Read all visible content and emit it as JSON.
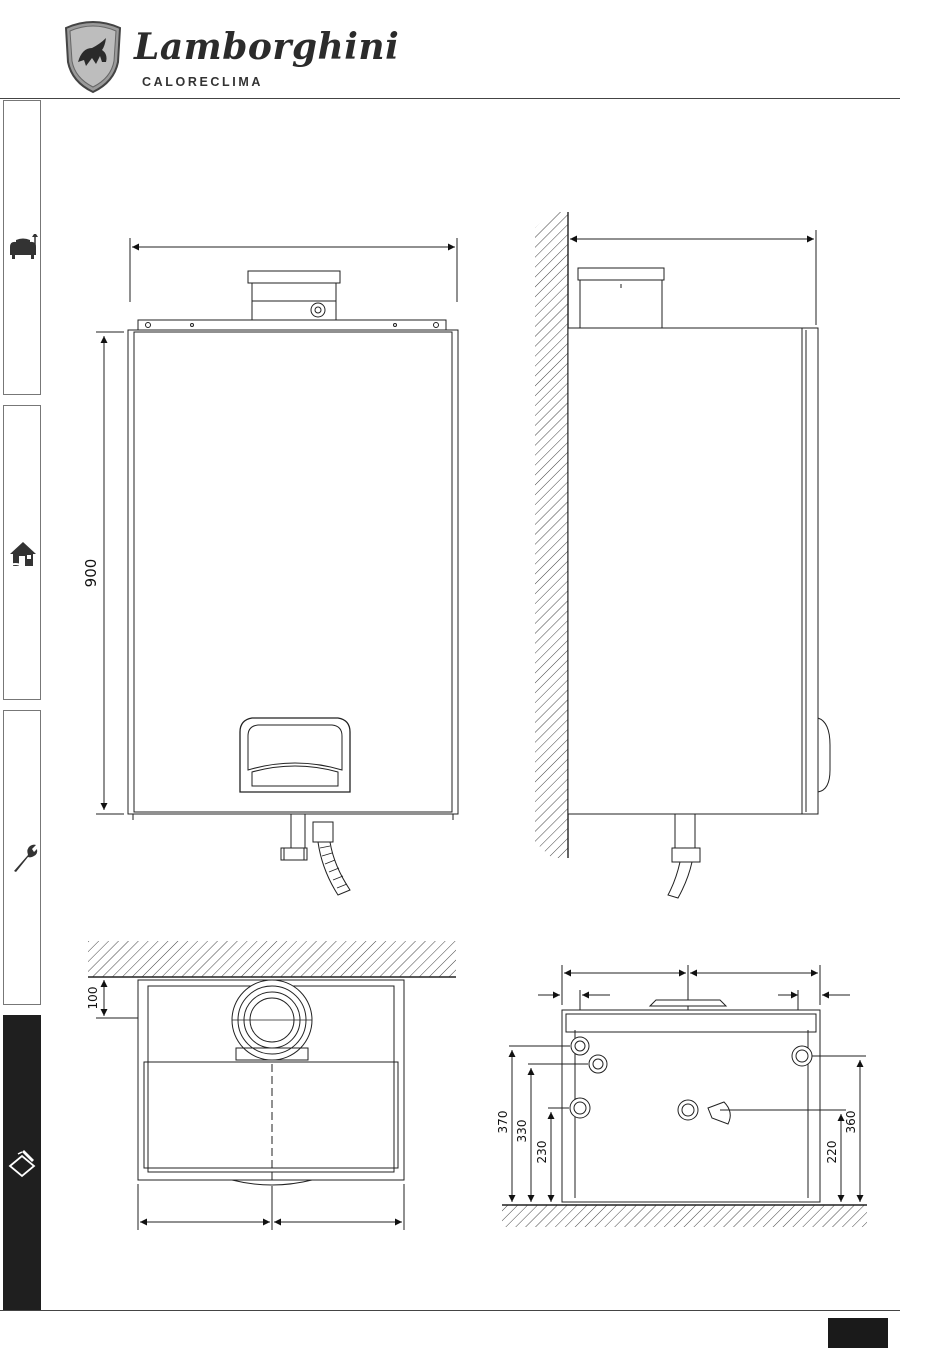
{
  "header": {
    "brand_name": "Lamborghini",
    "brand_subtitle": "CALORECLIMA"
  },
  "sidebar": {
    "tabs": [
      {
        "id": "user",
        "icon": "armchair-icon",
        "active": false
      },
      {
        "id": "installer",
        "icon": "house-icon",
        "active": false
      },
      {
        "id": "service",
        "icon": "wrench-icon",
        "active": false
      },
      {
        "id": "technical-data",
        "icon": "clipboard-pen-icon",
        "active": true
      }
    ]
  },
  "drawings": {
    "front_view": {
      "height_dimension": "900"
    },
    "top_view": {
      "depth_dimension": "100"
    },
    "bottom_view": {
      "left_dimensions": [
        "370",
        "330",
        "230"
      ],
      "right_dimensions": [
        "360",
        "220"
      ]
    }
  },
  "colors": {
    "line": "#222222",
    "hatch": "#444444",
    "active_tab": "#1f1f1f"
  }
}
